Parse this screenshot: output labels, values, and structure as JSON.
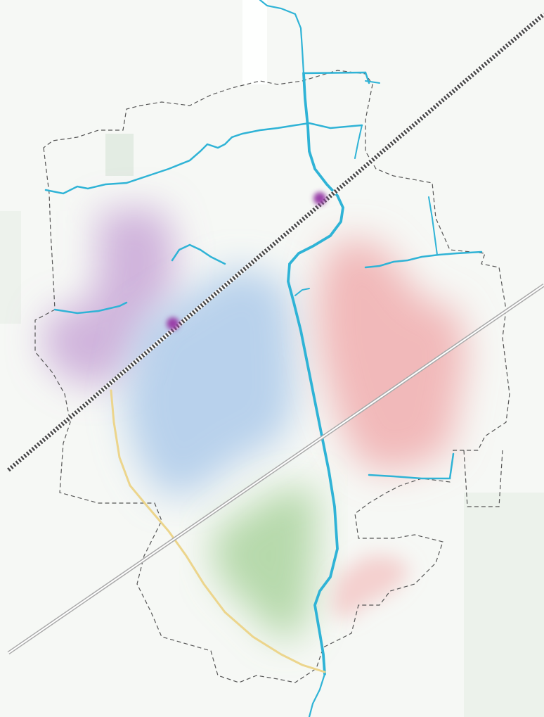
{
  "map": {
    "colors": {
      "background": "#ffffff",
      "land_tint": "#eef2ec",
      "boundary": "#555555",
      "river": "#2fb3d6",
      "railway_dark": "#4a4a4a",
      "railway_light": "#ffffff",
      "highway": "#aaaaaa",
      "highway_inner": "#ffffff",
      "ring_road": "#ecd58c",
      "node": "#9a3fa8"
    },
    "zones": [
      {
        "id": "purple-zone",
        "color": "#b07cc6",
        "opacity": 0.55
      },
      {
        "id": "blue-zone",
        "color": "#8fb8e6",
        "opacity": 0.6
      },
      {
        "id": "red-zone",
        "color": "#ef8f92",
        "opacity": 0.6
      },
      {
        "id": "green-zone",
        "color": "#8cc47c",
        "opacity": 0.6
      },
      {
        "id": "pink-zone",
        "color": "#f2a8a8",
        "opacity": 0.5
      }
    ]
  }
}
